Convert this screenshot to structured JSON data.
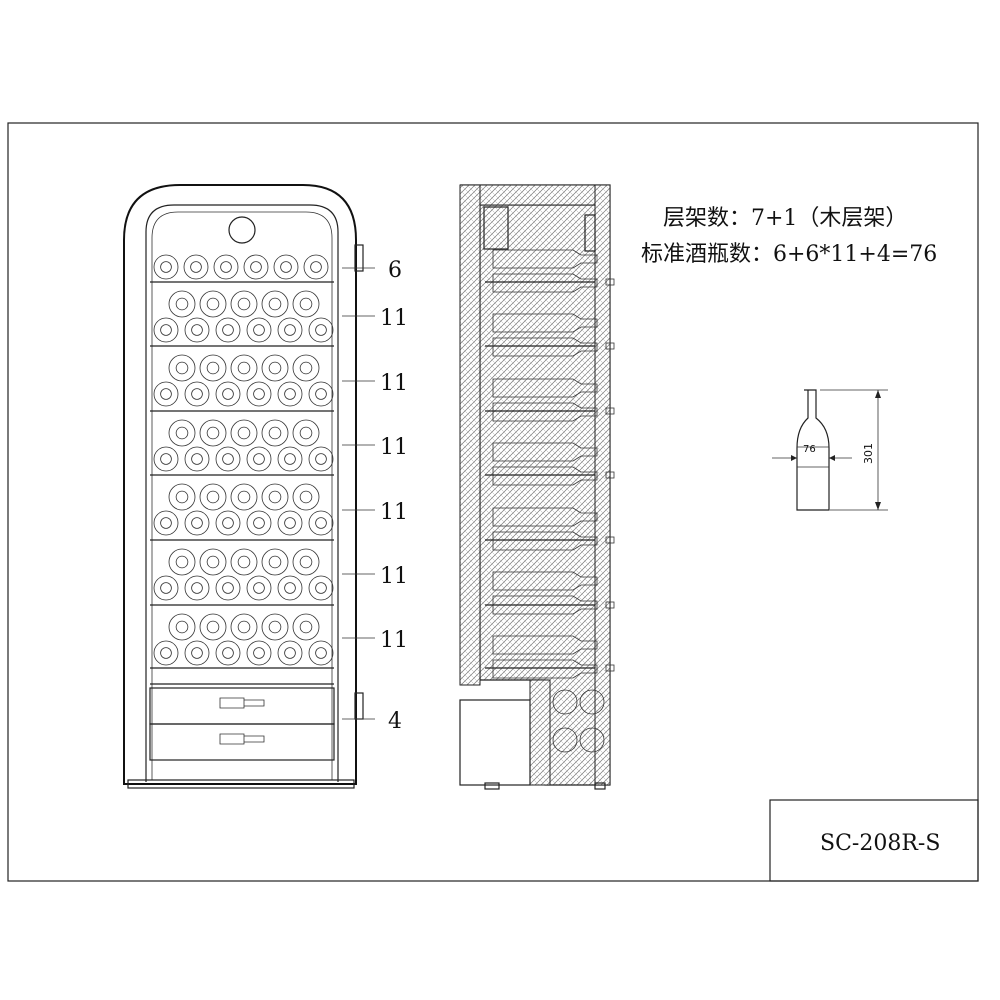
{
  "front_view": {
    "shelf_counts": [
      "6",
      "11",
      "11",
      "11",
      "11",
      "11",
      "11",
      "4"
    ]
  },
  "specs": {
    "shelf_line": "层架数：7+1（木层架）",
    "bottle_line": "标准酒瓶数：6+6*11+4=76"
  },
  "bottle_dims": {
    "diameter": "76",
    "height": "301"
  },
  "model": "SC-208R-S",
  "colors": {
    "line": "#222222",
    "insulation": "#888888",
    "background": "#ffffff"
  }
}
